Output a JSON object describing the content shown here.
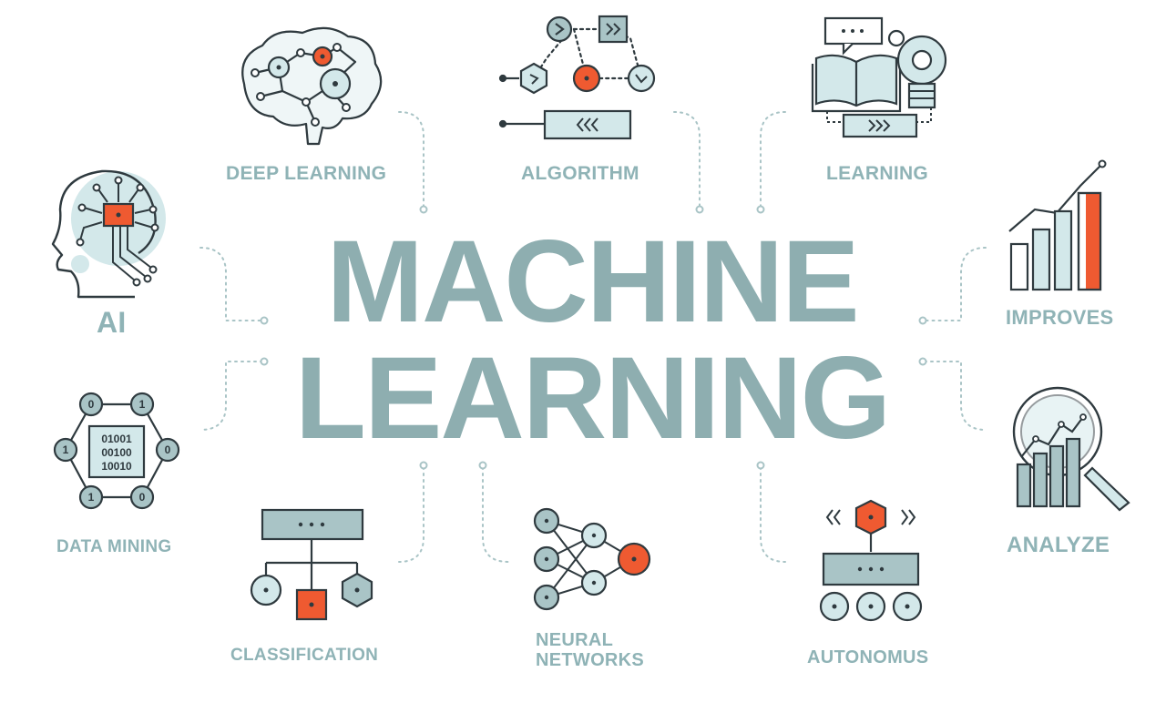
{
  "title": {
    "line1": "MACHINE",
    "line2": "LEARNING"
  },
  "nodes": [
    {
      "id": "deep_learning",
      "label": "DEEP LEARNING",
      "icon": "brain-network-icon"
    },
    {
      "id": "algorithm",
      "label": "ALGORITHM",
      "icon": "algorithm-flow-icon"
    },
    {
      "id": "learning",
      "label": "LEARNING",
      "icon": "book-lightbulb-icon"
    },
    {
      "id": "ai",
      "label": "AI",
      "icon": "robot-head-icon"
    },
    {
      "id": "improves",
      "label": "IMPROVES",
      "icon": "bar-chart-growth-icon"
    },
    {
      "id": "data_mining",
      "label": "DATA MINING",
      "icon": "binary-hexagon-icon"
    },
    {
      "id": "analyze",
      "label": "ANALYZE",
      "icon": "magnifier-chart-icon"
    },
    {
      "id": "classification",
      "label": "CLASSIFICATION",
      "icon": "tree-classification-icon"
    },
    {
      "id": "neural_networks",
      "label_line1": "NEURAL",
      "label_line2": "NETWORKS",
      "icon": "neural-network-icon"
    },
    {
      "id": "autonomus",
      "label": "AUTONOMUS",
      "icon": "autonomous-robot-icon"
    }
  ],
  "binary_text": [
    "01001",
    "00100",
    "10010"
  ],
  "binary_nodes": [
    "0",
    "1",
    "1",
    "0",
    "1",
    "0"
  ],
  "colors": {
    "stroke": "#2f3a3f",
    "fill": "#d3e8ea",
    "accent": "#ef5a31",
    "label": "#8fb3b6",
    "title": "#8eaeb0",
    "dots": "#a9c4c6"
  }
}
